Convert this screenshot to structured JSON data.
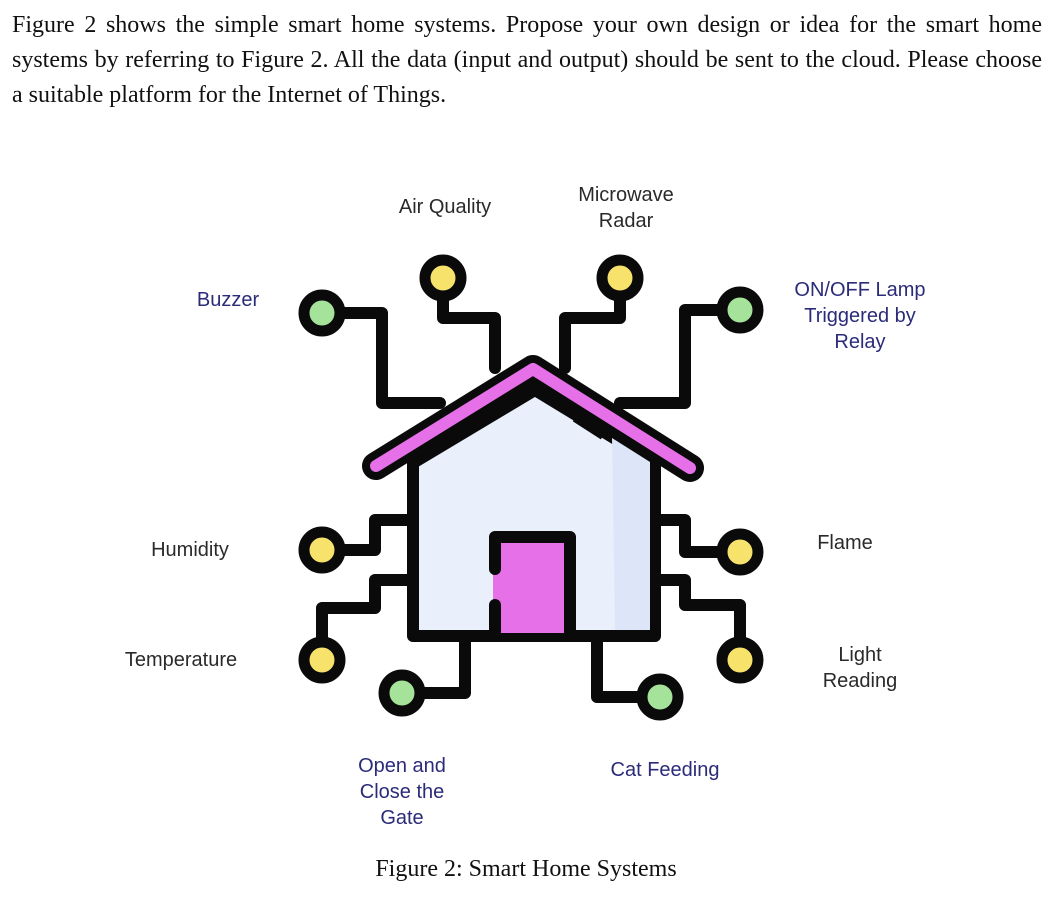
{
  "paragraph": "Figure 2 shows the simple smart home systems. Propose your own design or idea for the smart home systems by referring to Figure 2. All the data (input and output) should be sent to the cloud. Please choose a suitable platform for the Internet of Things.",
  "labels": {
    "air_quality": "Air Quality",
    "microwave_radar": "Microwave\nRadar",
    "buzzer": "Buzzer",
    "lamp": "ON/OFF Lamp\nTriggered by\nRelay",
    "humidity": "Humidity",
    "flame": "Flame",
    "temperature": "Temperature",
    "light_reading": "Light\nReading",
    "gate": "Open and\nClose the\nGate",
    "cat_feeding": "Cat Feeding"
  },
  "caption": "Figure 2: Smart Home Systems",
  "colors": {
    "roof": "#e670e8",
    "door": "#e670e8",
    "house_wall": "#eaf0fb",
    "house_shade": "#dde6f8",
    "sensor_node": "#f7e26b",
    "actuator_node": "#a5e39b",
    "outline": "#0a0a0a",
    "actuator_text": "#2b2b7a"
  }
}
